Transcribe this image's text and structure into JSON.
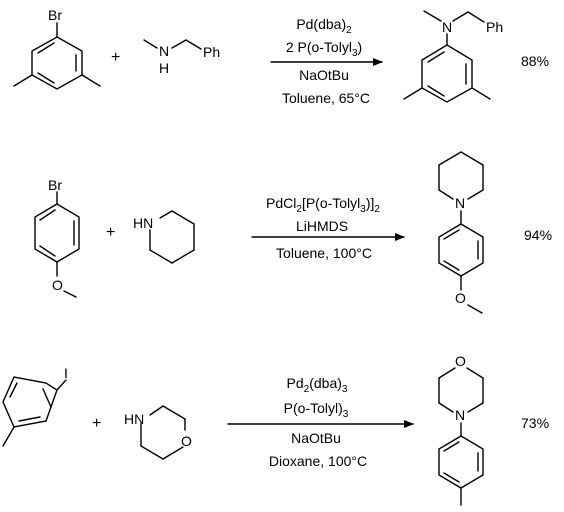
{
  "reactions": [
    {
      "reactant1": {
        "atoms": [
          "Br"
        ]
      },
      "plus": "+",
      "reactant2": {
        "atoms": [
          "N",
          "H",
          "Ph"
        ]
      },
      "conditions_above": [
        {
          "main": "Pd(dba)",
          "sub": "2",
          "tail": ""
        },
        {
          "main": "2 P(o-Tolyl",
          "sub": "3",
          "tail": ")"
        }
      ],
      "conditions_below": [
        "NaOtBu",
        "Toluene, 65°C"
      ],
      "product": {
        "atoms": [
          "N",
          "Ph"
        ]
      },
      "yield": "88%"
    },
    {
      "reactant1": {
        "atoms": [
          "Br",
          "O"
        ]
      },
      "plus": "+",
      "reactant2": {
        "atoms": [
          "HN"
        ]
      },
      "conditions_above": [
        {
          "main": "PdCl",
          "sub": "2",
          "mid": "[P(o-Tolyl",
          "sub2": "3",
          "mid2": ")]",
          "sub3": "2"
        },
        {
          "main": "LiHMDS"
        }
      ],
      "conditions_below": [
        "Toluene, 100°C"
      ],
      "product": {
        "atoms": [
          "N",
          "O"
        ]
      },
      "yield": "94%"
    },
    {
      "reactant1": {
        "atoms": [
          "I"
        ]
      },
      "plus": "+",
      "reactant2": {
        "atoms": [
          "HN",
          "O"
        ]
      },
      "conditions_above": [
        {
          "main": "Pd",
          "sub": "2",
          "mid": "(dba)",
          "sub2": "3"
        },
        {
          "main": "P(o-Tolyl)",
          "sub": "3"
        }
      ],
      "conditions_below": [
        "NaOtBu",
        "Dioxane, 100°C"
      ],
      "product": {
        "atoms": [
          "O",
          "N"
        ]
      },
      "yield": "73%"
    }
  ]
}
